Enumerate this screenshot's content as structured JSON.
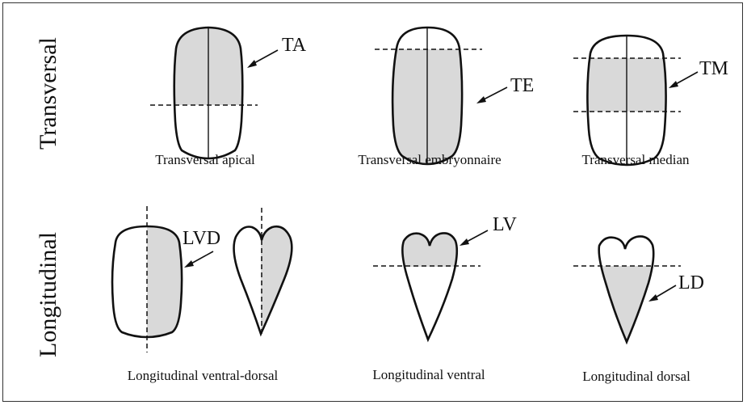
{
  "rows": {
    "transversal": "Transversal",
    "longitudinal": "Longitudinal"
  },
  "cuts": {
    "ta": {
      "code": "TA",
      "caption": "Transversal apical"
    },
    "te": {
      "code": "TE",
      "caption": "Transversal embryonnaire"
    },
    "tm": {
      "code": "TM",
      "caption": "Transversal median"
    },
    "lvd": {
      "code": "LVD",
      "caption": "Longitudinal ventral-dorsal"
    },
    "lv": {
      "code": "LV",
      "caption": "Longitudinal ventral"
    },
    "ld": {
      "code": "LD",
      "caption": "Longitudinal dorsal"
    }
  },
  "colors": {
    "shade": "#d9d9d9",
    "line": "#111111"
  }
}
